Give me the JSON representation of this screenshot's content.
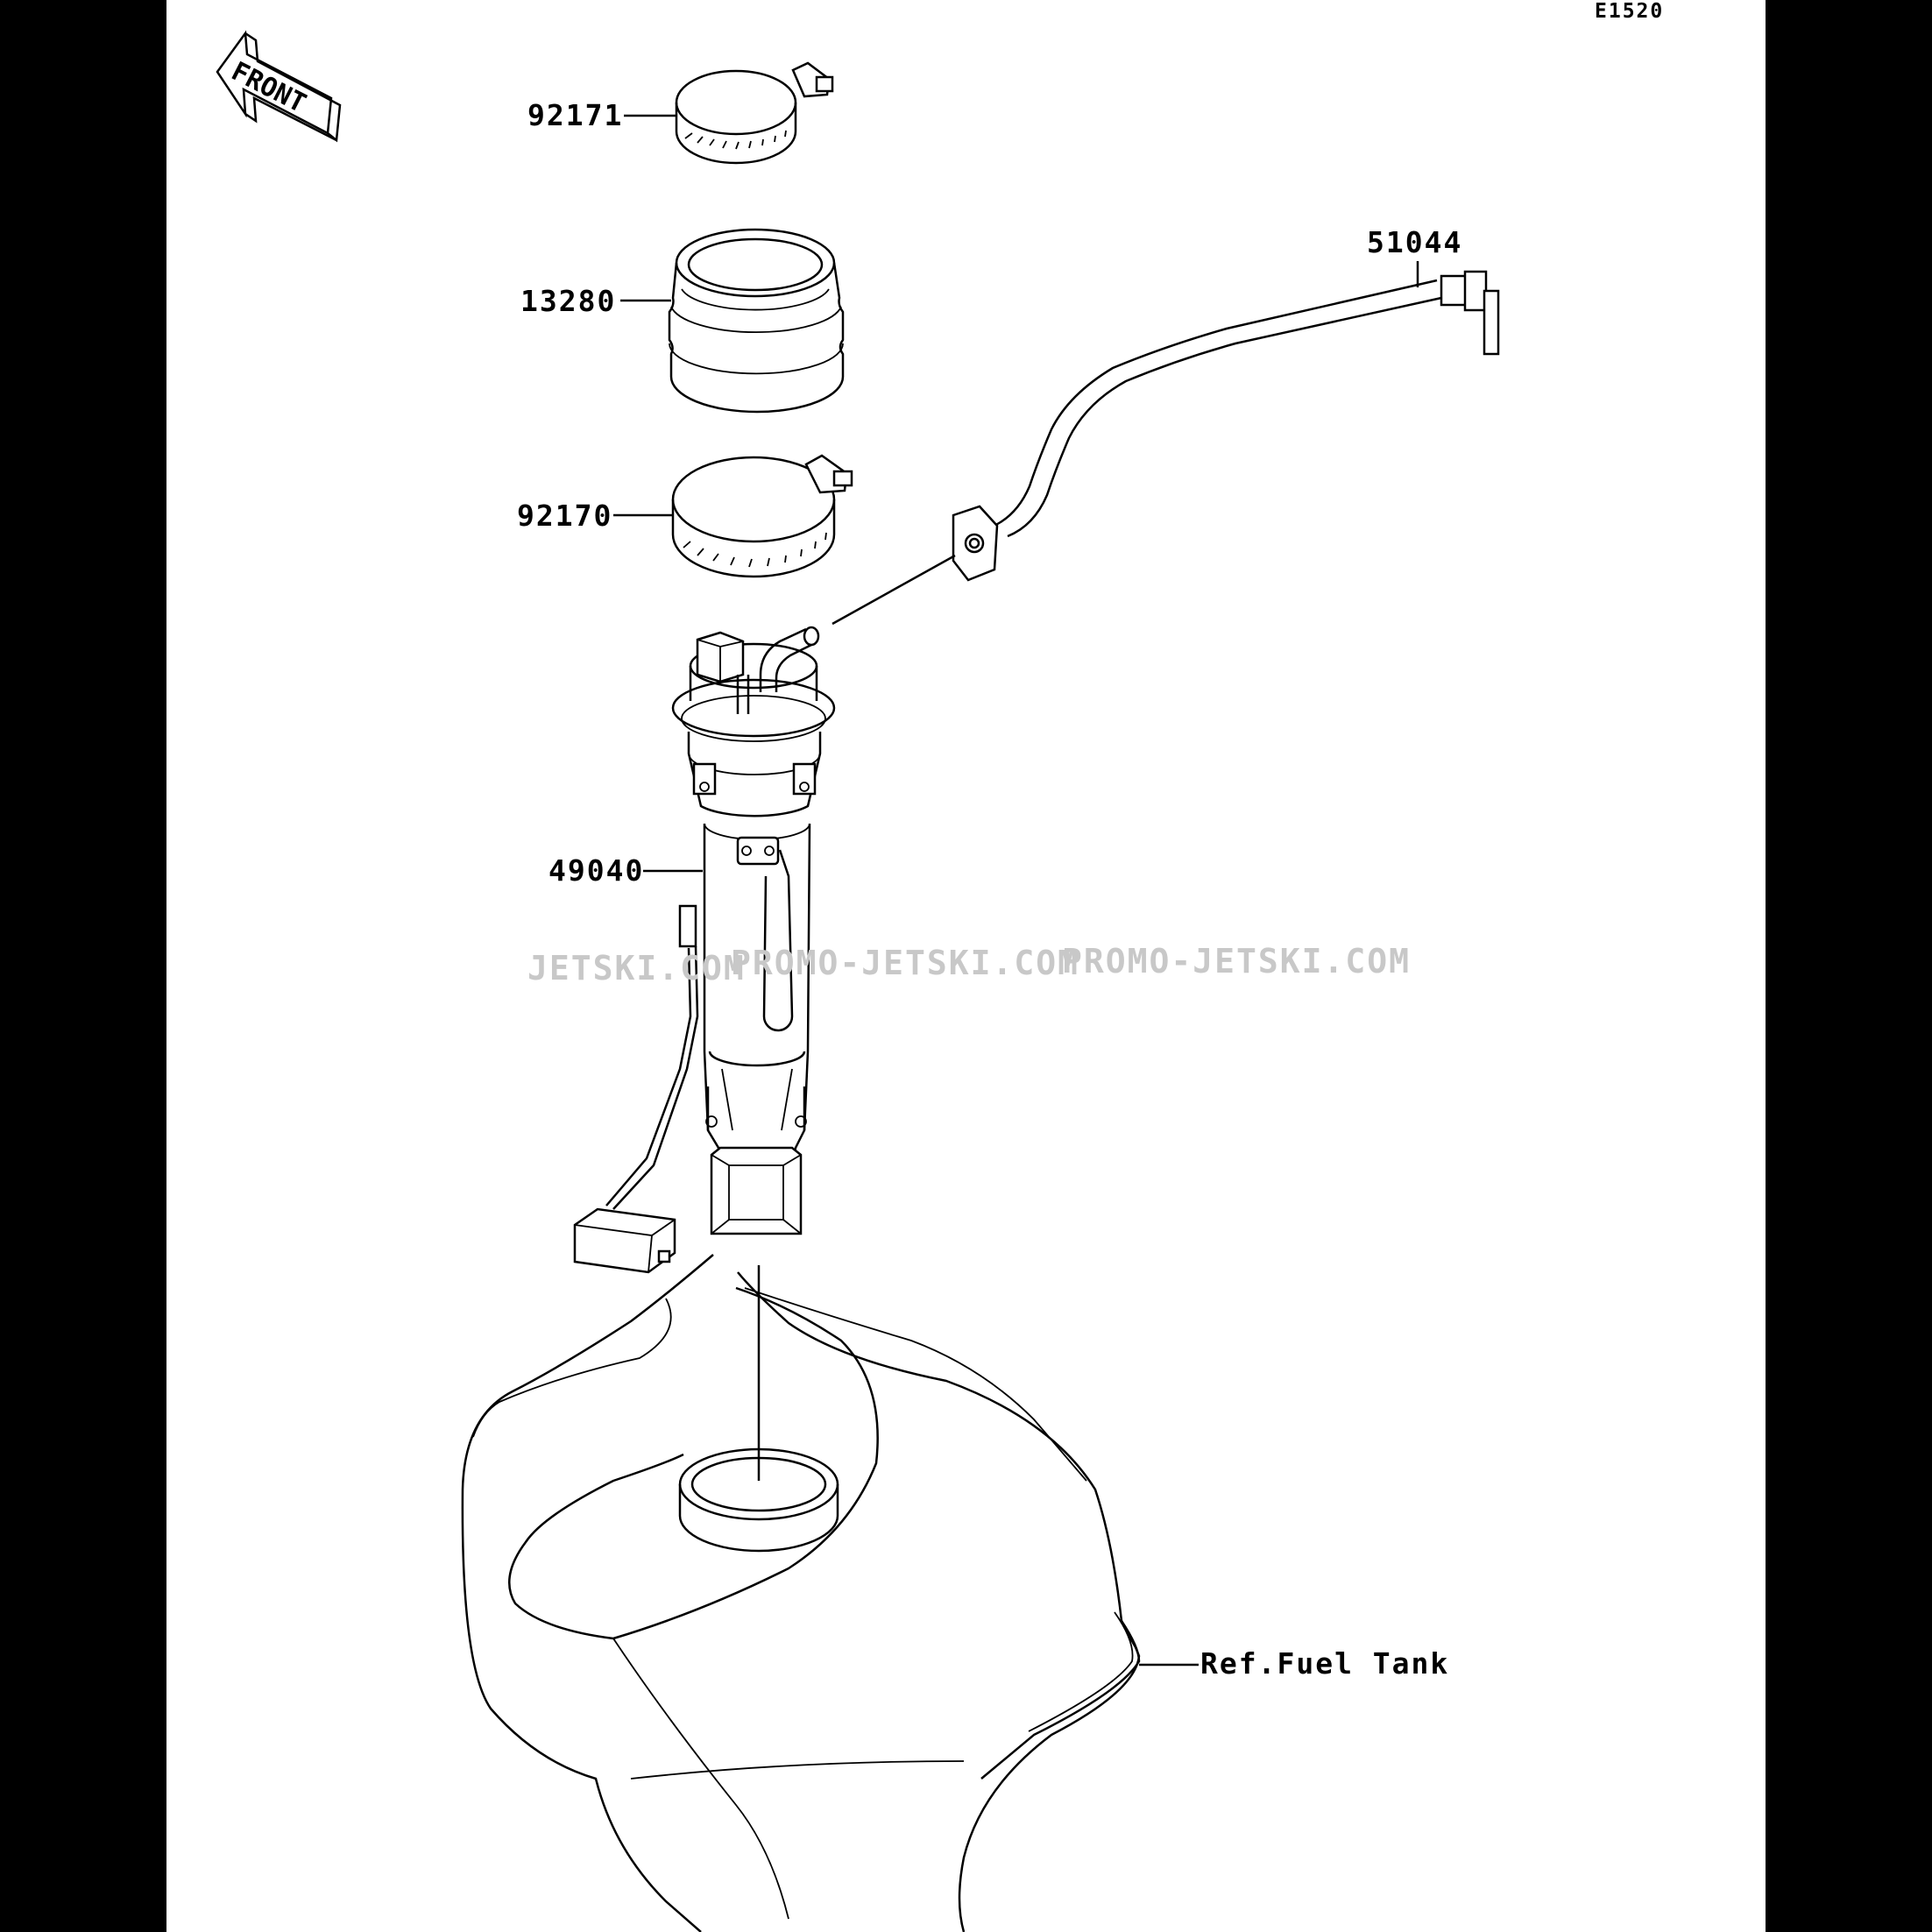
{
  "diagram": {
    "code": "E1520",
    "front_label": "FRONT",
    "parts": [
      {
        "number": "92171"
      },
      {
        "number": "13280"
      },
      {
        "number": "92170"
      },
      {
        "number": "51044"
      },
      {
        "number": "49040"
      }
    ],
    "reference": "Ref.Fuel Tank",
    "watermarks": [
      "JETSKI.COM",
      "PROMO-JETSKI.COM",
      "PROMO-JETSKI.COM"
    ]
  },
  "colors": {
    "background": "#000000",
    "sheet": "#ffffff",
    "line": "#000000",
    "watermark": "#c8c8c8"
  }
}
